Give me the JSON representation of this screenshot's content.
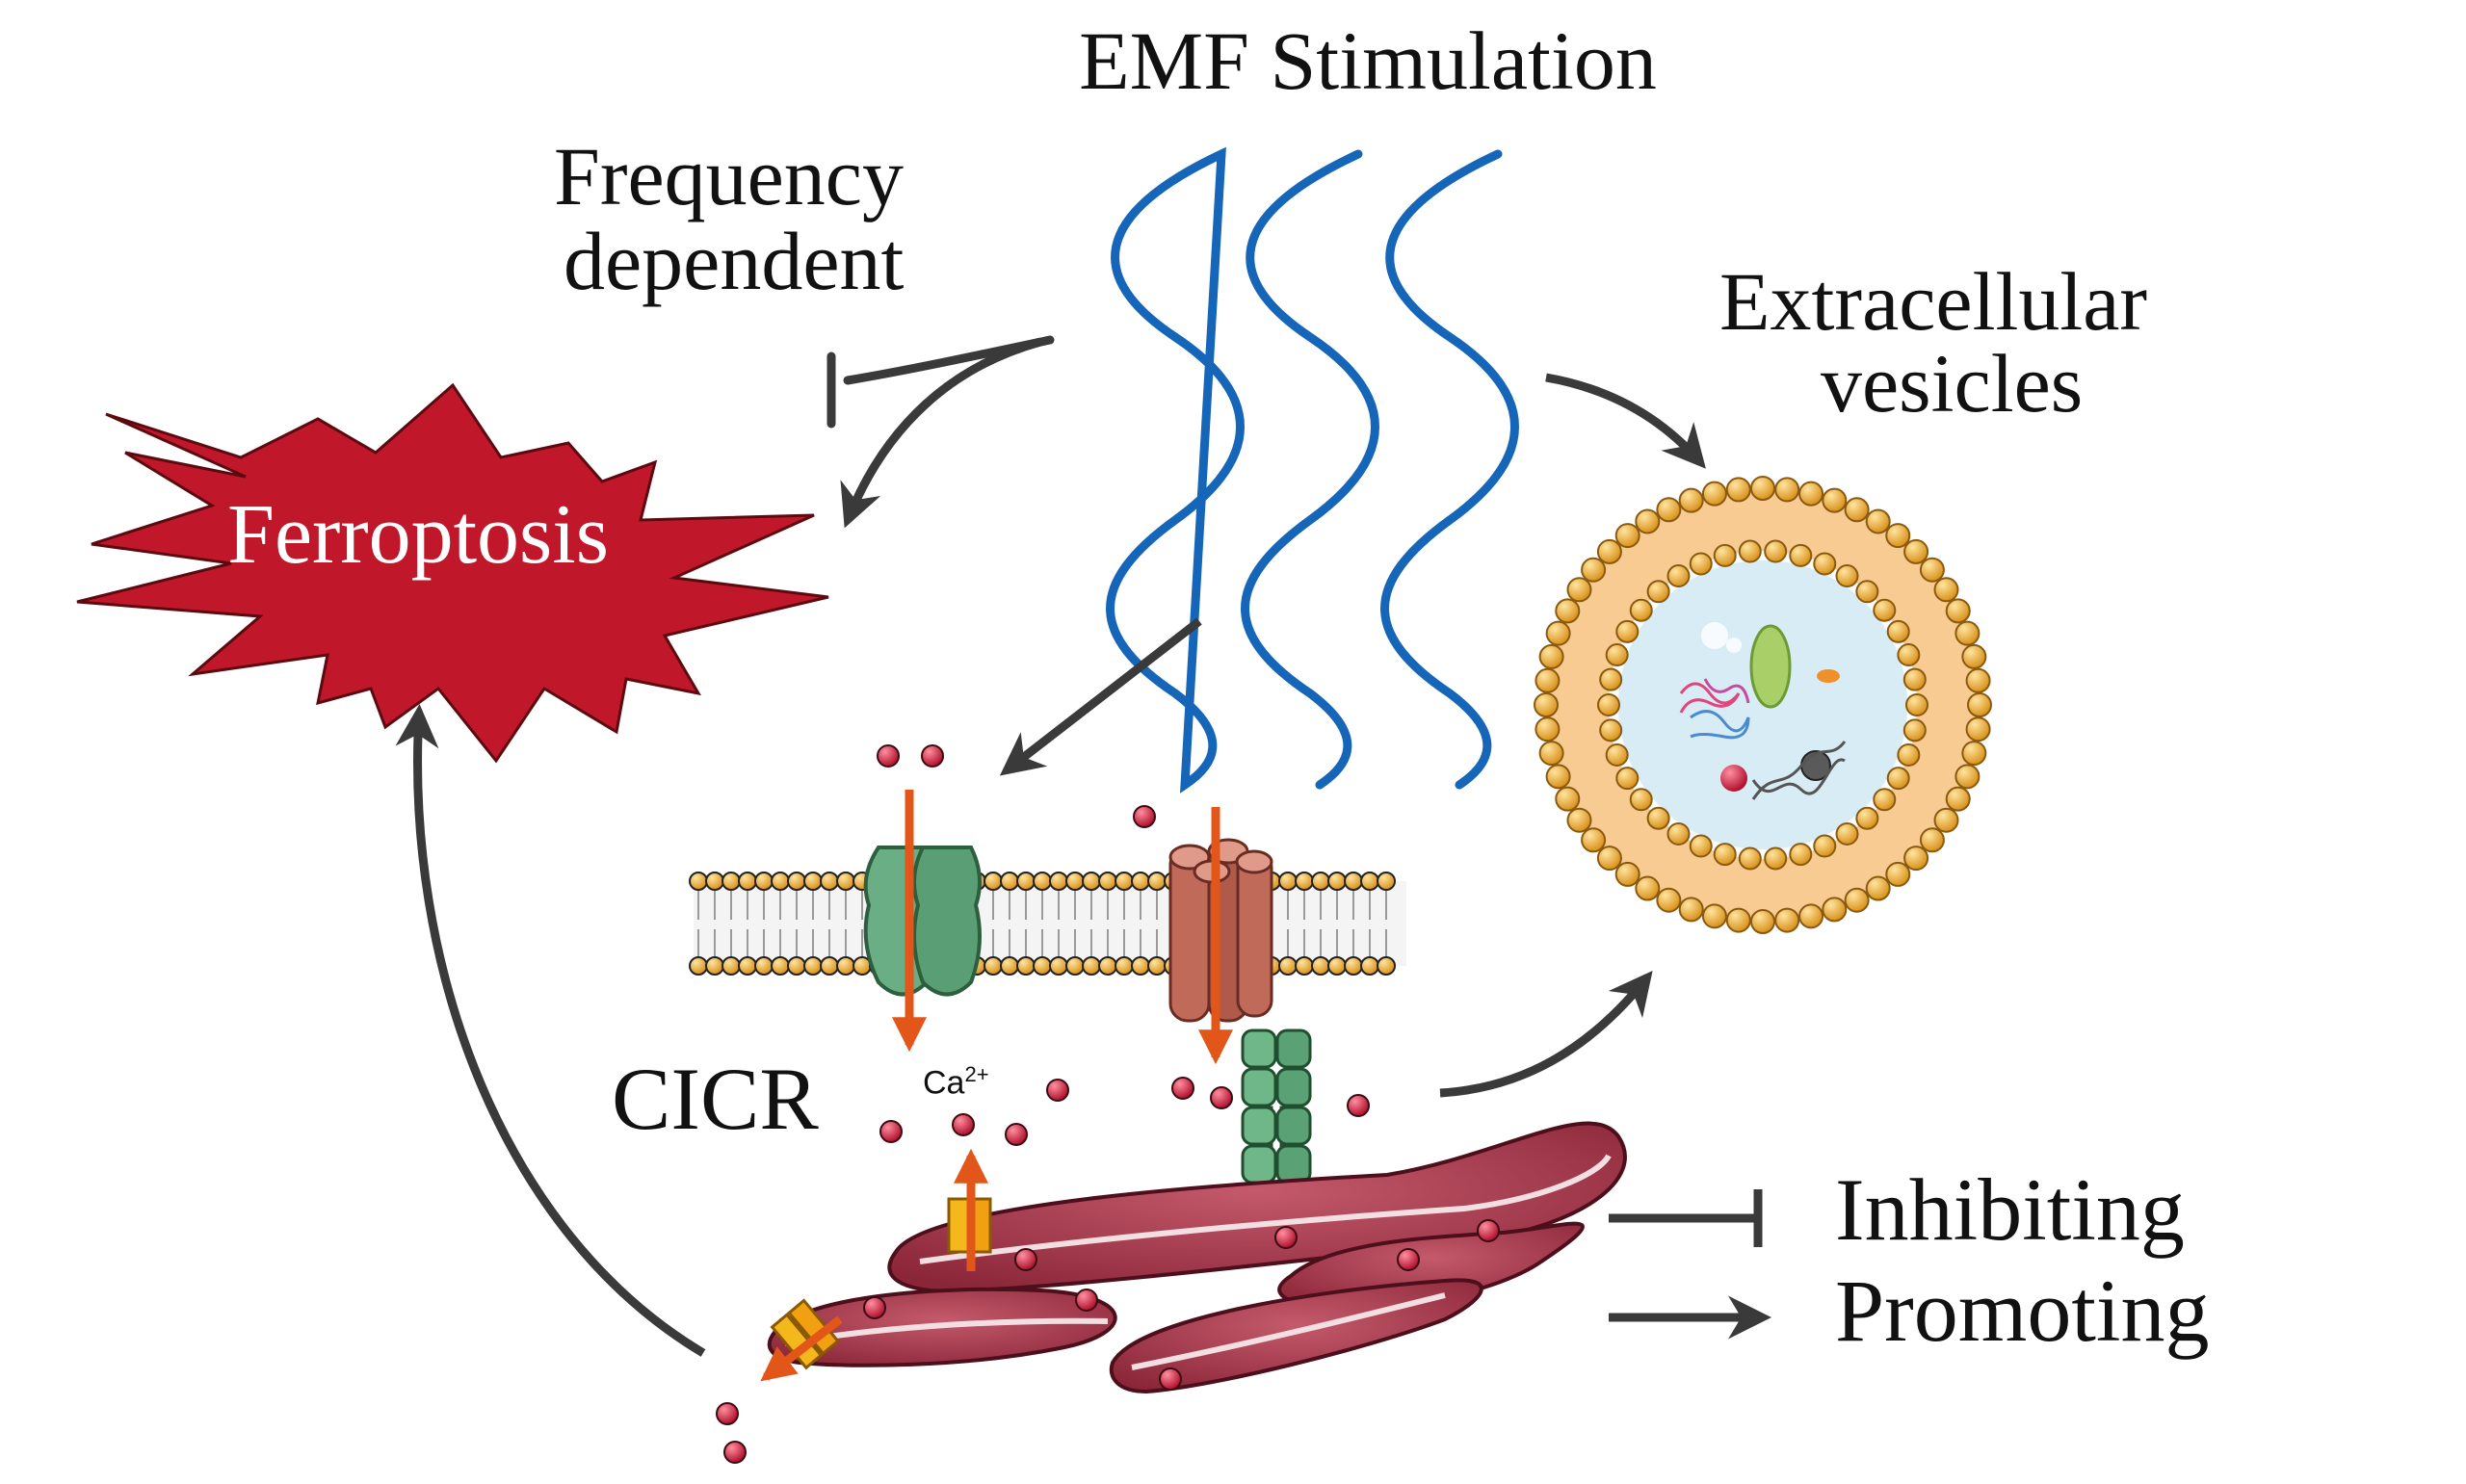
{
  "title": "EMF Stimulation",
  "labels": {
    "frequency_line1": "Frequency",
    "frequency_line2": "dependent",
    "ev_line1": "Extracellular",
    "ev_line2": "vesicles",
    "ferroptosis": "Ferroptosis",
    "cicr": "CICR",
    "ion": "Ca",
    "ion_charge": "2+"
  },
  "legend": {
    "inhibiting": "Inhibiting",
    "promoting": "Promoting"
  },
  "colors": {
    "wave": "#1565b8",
    "ferroptosis": "#c0182a",
    "arrow": "#3a3a3a",
    "ion_arrow": "#e2561a",
    "membrane_head": "#e4a528",
    "channel_green": "#3f8a5e",
    "channel_brown": "#c06a5a",
    "ryr_green": "#2f7a45",
    "mito": "#a3394c",
    "calcium": "#c4163a"
  }
}
